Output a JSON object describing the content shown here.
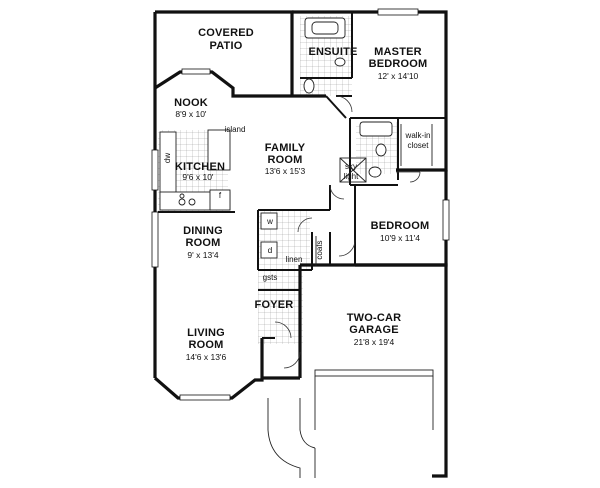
{
  "rooms": {
    "covered_patio": {
      "name_line1": "COVERED",
      "name_line2": "PATIO"
    },
    "ensuite": {
      "name": "ENSUITE"
    },
    "master_bedroom": {
      "name_line1": "MASTER",
      "name_line2": "BEDROOM",
      "dims": "12' x 14'10"
    },
    "nook": {
      "name": "NOOK",
      "dims": "8'9 x 10'"
    },
    "family_room": {
      "name_line1": "FAMILY",
      "name_line2": "ROOM",
      "dims": "13'6 x 15'3"
    },
    "kitchen": {
      "name": "KITCHEN",
      "dims": "9'6 x 10'"
    },
    "bedroom": {
      "name": "BEDROOM",
      "dims": "10'9 x 11'4"
    },
    "dining_room": {
      "name_line1": "DINING",
      "name_line2": "ROOM",
      "dims": "9' x 13'4"
    },
    "foyer": {
      "name": "FOYER"
    },
    "living_room": {
      "name_line1": "LIVING",
      "name_line2": "ROOM",
      "dims": "14'6 x 13'6"
    },
    "garage": {
      "name_line1": "TWO-CAR",
      "name_line2": "GARAGE",
      "dims": "21'8 x 19'4"
    }
  },
  "labels": {
    "island": "island",
    "walk_in_line1": "walk-in",
    "walk_in_line2": "closet",
    "sky_line1": "sky",
    "sky_line2": "light",
    "linen": "linen",
    "coats": "coats",
    "gsts": "gsts",
    "dw": "dw",
    "fridge": "f",
    "washer": "w",
    "dryer": "d"
  }
}
